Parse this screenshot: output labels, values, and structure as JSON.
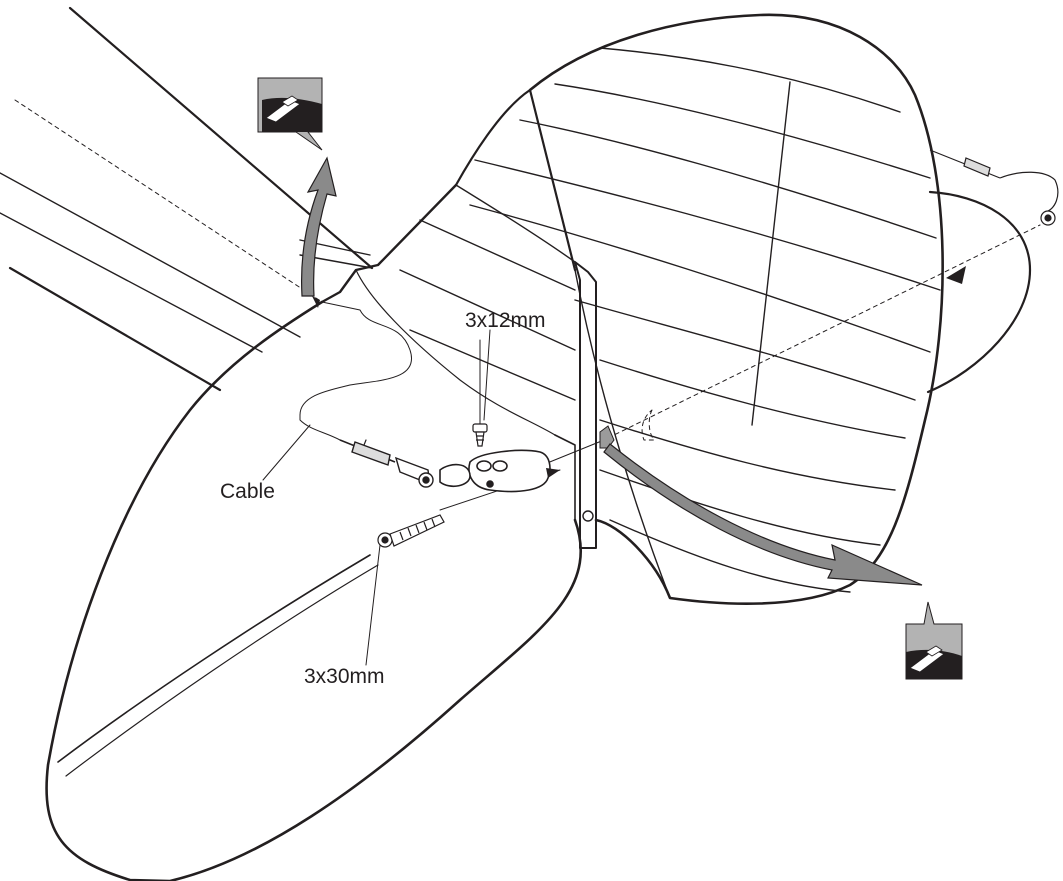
{
  "labels": {
    "screw_short": "3x12mm",
    "cable": "Cable",
    "screw_long": "3x30mm"
  },
  "colors": {
    "line": "#231f20",
    "arrow_fill": "#8a8a8a",
    "icon_bg": "#b3b3b3",
    "icon_dark": "#231f20"
  },
  "icons": [
    "tail-detail-inset-icon",
    "rudder-detail-inset-icon"
  ]
}
